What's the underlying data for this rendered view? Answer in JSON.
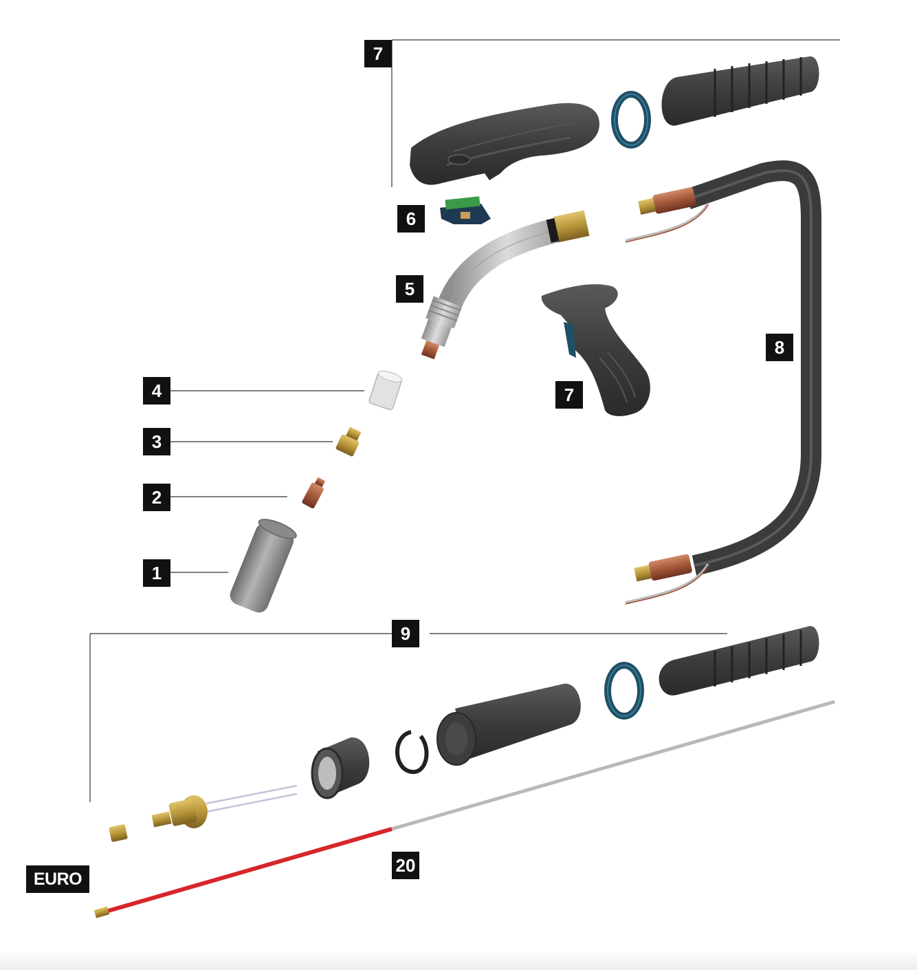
{
  "labels": {
    "l1": "1",
    "l2": "2",
    "l3": "3",
    "l4": "4",
    "l5": "5",
    "l6": "6",
    "l7_top": "7",
    "l7_grip": "7",
    "l8": "8",
    "l9": "9",
    "l20": "20",
    "euro": "EURO"
  },
  "colors": {
    "label_bg": "#111111",
    "label_text": "#ffffff",
    "plastic": "#3d3d3d",
    "brass": "#b8963a",
    "copper": "#a5583a",
    "ring_blue": "#1f4f66",
    "liner_red": "#d6262b",
    "steel": "#b9b9b9",
    "green_pcb": "#3a9a4a"
  }
}
